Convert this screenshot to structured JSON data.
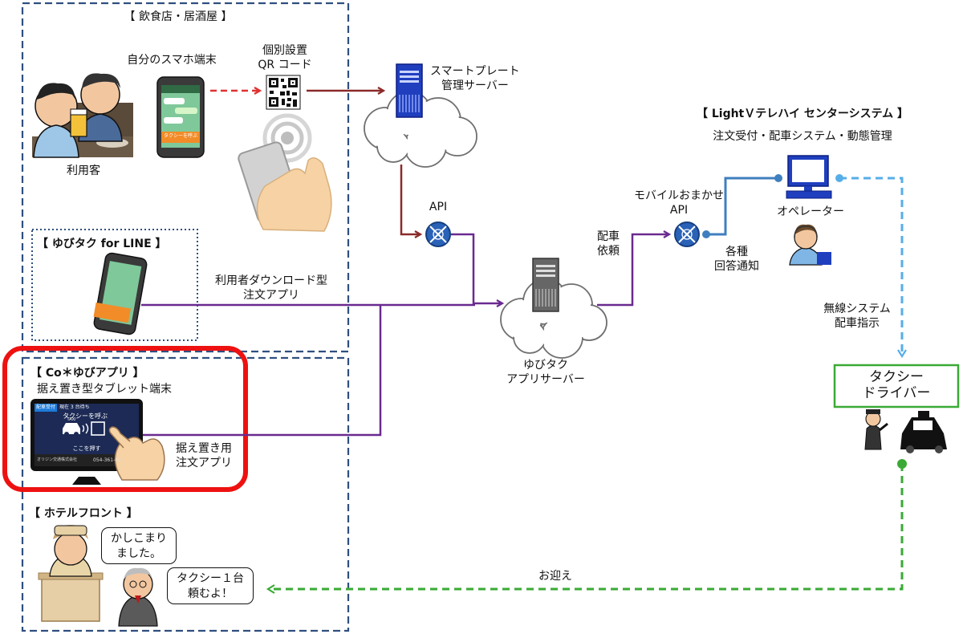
{
  "sections": {
    "restaurant": "【 飲食店・居酒屋 】",
    "line": "【 ゆびタク for LINE 】",
    "co_app": "【 Co＊ゆびアプリ 】",
    "hotel": "【 ホテルフロント 】",
    "center_system": "【 LightＶテレハイ センターシステム 】",
    "center_system_sub": "注文受付・配車システム・動態管理"
  },
  "labels": {
    "own_phone": "自分のスマホ端末",
    "qr_line1": "個別設置",
    "qr_line2": "QR コード",
    "customer": "利用客",
    "smartplate_line1": "スマートプレート",
    "smartplate_line2": "管理サーバー",
    "api": "API",
    "download_line1": "利用者ダウンロード型",
    "download_line2": "注文アプリ",
    "yubitaku_line1": "ゆびタク",
    "yubitaku_line2": "アプリサーバー",
    "dispatch_line1": "配車",
    "dispatch_line2": "依頼",
    "mobile_line1": "モバイルおまかせ",
    "mobile_line2": "API",
    "operator": "オペレーター",
    "notify_line1": "各種",
    "notify_line2": "回答通知",
    "radio_line1": "無線システム",
    "radio_line2": "配車指示",
    "driver_line1": "タクシー",
    "driver_line2": "ドライバー",
    "tablet_type": "据え置き型タブレット端末",
    "fixed_app_line1": "据え置き用",
    "fixed_app_line2": "注文アプリ",
    "pickup": "お迎え"
  },
  "tablet": {
    "header_badge": "配車受付",
    "header_count": "現在 3 台待ち",
    "call_taxi": "タクシーを呼ぶ",
    "taxi_small": "TAXI",
    "press_here": "ここを押す",
    "company": "オリジン交通株式会社",
    "phone": "054-361-02"
  },
  "phone_ui": {
    "call_button": "タクシーを呼ぶ"
  },
  "bubbles": {
    "staff_line1": "かしこまり",
    "staff_line2": "ました。",
    "guest_line1": "タクシー１台",
    "guest_line2": "頼むよ！"
  },
  "colors": {
    "dashed_border": "#2f4f7f",
    "red_arrow": "#e03030",
    "brown_line": "#8b2a2a",
    "purple_line": "#6a2a8f",
    "blue_line": "#3f7fbf",
    "light_blue": "#56aee8",
    "green": "#3aaa35",
    "highlight_red": "#ee1111",
    "server_blue": "#1f3fbf",
    "api_blue": "#2a62b8"
  }
}
